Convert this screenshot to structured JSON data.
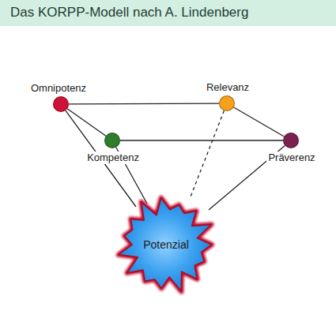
{
  "diagram": {
    "title": "Das KORPP-Modell nach A. Lindenberg",
    "nodes": [
      {
        "text": [
          "Omnipotenz"
        ]
      },
      {
        "text": [
          "Relevanz"
        ]
      },
      {
        "text": [
          "Kompetenz"
        ]
      },
      {
        "text": [
          "Präverenz"
        ]
      },
      {
        "text": [
          "Potenzial"
        ]
      }
    ],
    "edges": [
      {
        "from": 0,
        "to": 1,
        "arrow": "none"
      },
      {
        "from": 0,
        "to": 2,
        "arrow": "none"
      },
      {
        "from": 2,
        "to": 3,
        "arrow": "none"
      },
      {
        "from": 1,
        "to": 3,
        "arrow": "none"
      },
      {
        "from": 0,
        "to": 4,
        "arrow": "none"
      },
      {
        "from": 2,
        "to": 4,
        "arrow": "none"
      },
      {
        "from": 1,
        "to": 4,
        "arrow": "none"
      },
      {
        "from": 3,
        "to": 4,
        "arrow": "none"
      }
    ]
  }
}
